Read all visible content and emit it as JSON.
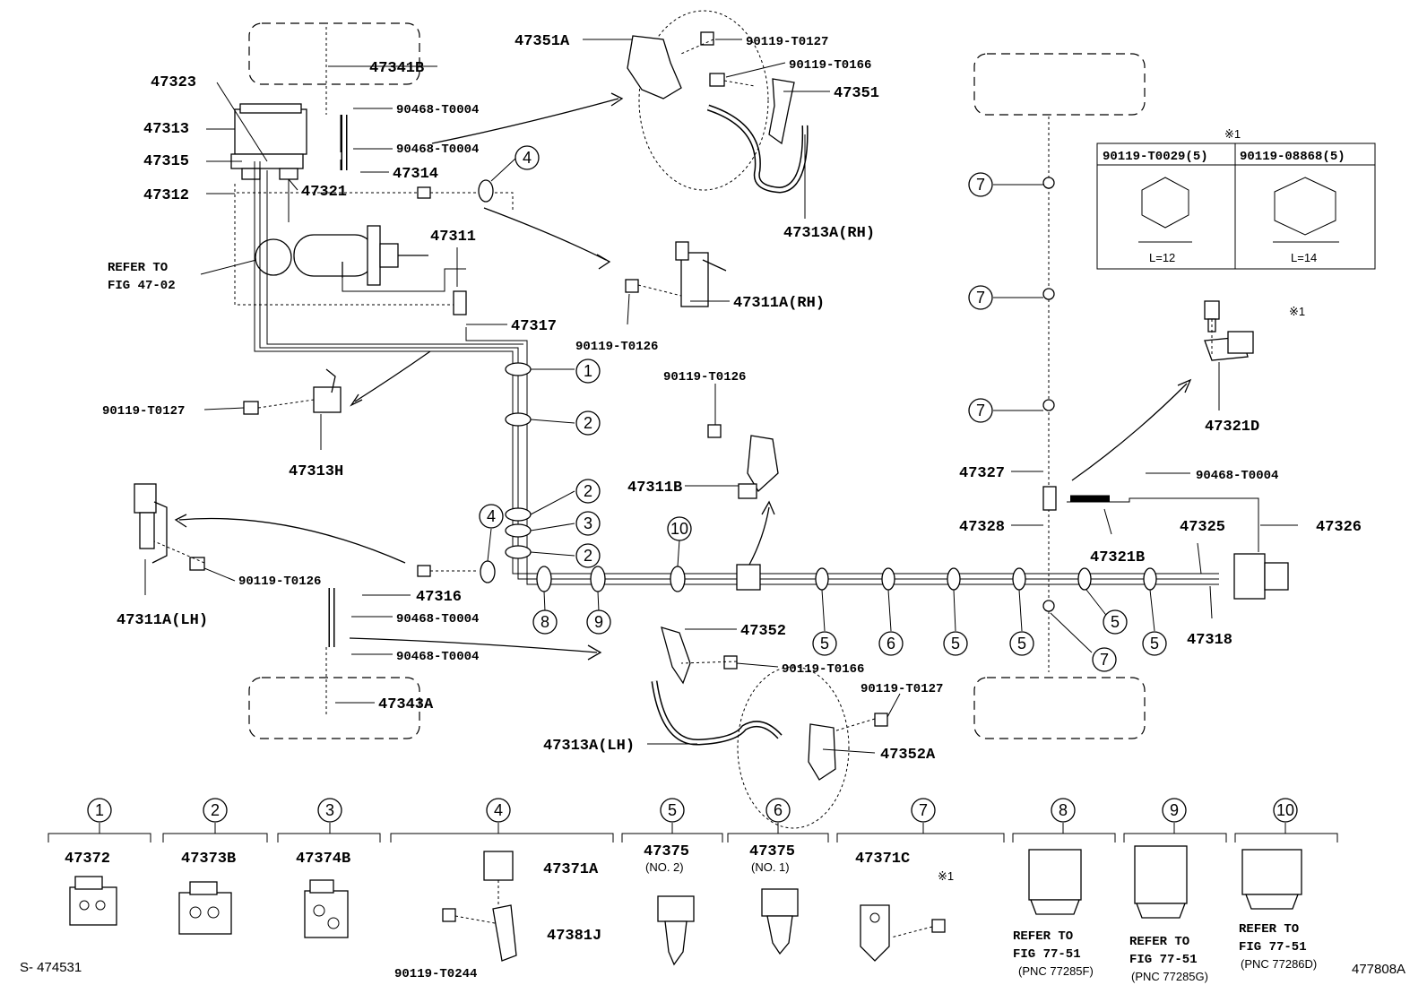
{
  "diagram_id": "477808A",
  "sheet_id": "S- 474531",
  "labels": {
    "p47341B": "47341B",
    "p47323": "47323",
    "p47313": "47313",
    "p47315": "47315",
    "p47312": "47312",
    "p47321": "47321",
    "p47314": "47314",
    "p90468a": "90468-T0004",
    "p90468b": "90468-T0004",
    "refer1": "REFER TO",
    "refer2": "FIG 47-02",
    "p47311": "47311",
    "p47317": "47317",
    "p47351A": "47351A",
    "p90119_T0127a": "90119-T0127",
    "p90119_T0166a": "90119-T0166",
    "p47351": "47351",
    "p47313A_RH": "47313A(RH)",
    "p47311A_RH": "47311A(RH)",
    "p90119_T0126a": "90119-T0126",
    "p90119_T0127b": "90119-T0127",
    "p47313H": "47313H",
    "p90119_T0126b": "90119-T0126",
    "p47311B": "47311B",
    "p47311A_LH": "47311A(LH)",
    "p90119_T0126c": "90119-T0126",
    "p47316": "47316",
    "p90468c": "90468-T0004",
    "p90468d": "90468-T0004",
    "p47343A": "47343A",
    "p47352": "47352",
    "p90119_T0166b": "90119-T0166",
    "p90119_T0127c": "90119-T0127",
    "p47313A_LH": "47313A(LH)",
    "p47352A": "47352A",
    "p47327": "47327",
    "p47328": "47328",
    "p90468e": "90468-T0004",
    "p47321B": "47321B",
    "p47325": "47325",
    "p47326": "47326",
    "p47318": "47318",
    "p47321D": "47321D",
    "note_mark": "※1",
    "note_mark2": "※1",
    "note_mark3": "※1"
  },
  "bolt_table": {
    "head_mark": "※1",
    "col1": "90119-T0029(5)",
    "col2": "90119-08868(5)",
    "dim1": "L=12",
    "dim2": "L=14"
  },
  "circled": {
    "c1": "1",
    "c2": "2",
    "c3": "3",
    "c4": "4",
    "c5": "5",
    "c6": "6",
    "c7": "7",
    "c8": "8",
    "c9": "9",
    "c10": "10"
  },
  "legend": {
    "l1_num": "1",
    "l1_part": "47372",
    "l2_num": "2",
    "l2_part": "47373B",
    "l3_num": "3",
    "l3_part": "47374B",
    "l4_num": "4",
    "l4_part_a": "47371A",
    "l4_part_b": "47381J",
    "l4_bolt": "90119-T0244",
    "l5_num": "5",
    "l5_part": "47375",
    "l5_sub": "(NO. 2)",
    "l6_num": "6",
    "l6_part": "47375",
    "l6_sub": "(NO. 1)",
    "l7_num": "7",
    "l7_part": "47371C",
    "l7_mark": "※1",
    "l8_num": "8",
    "l8_ref1": "REFER TO",
    "l8_ref2": "FIG 77-51",
    "l8_ref3": "(PNC 77285F)",
    "l9_num": "9",
    "l9_ref1": "REFER TO",
    "l9_ref2": "FIG 77-51",
    "l9_ref3": "(PNC 77285G)",
    "l10_num": "10",
    "l10_ref1": "REFER TO",
    "l10_ref2": "FIG 77-51",
    "l10_ref3": "(PNC 77286D)"
  }
}
